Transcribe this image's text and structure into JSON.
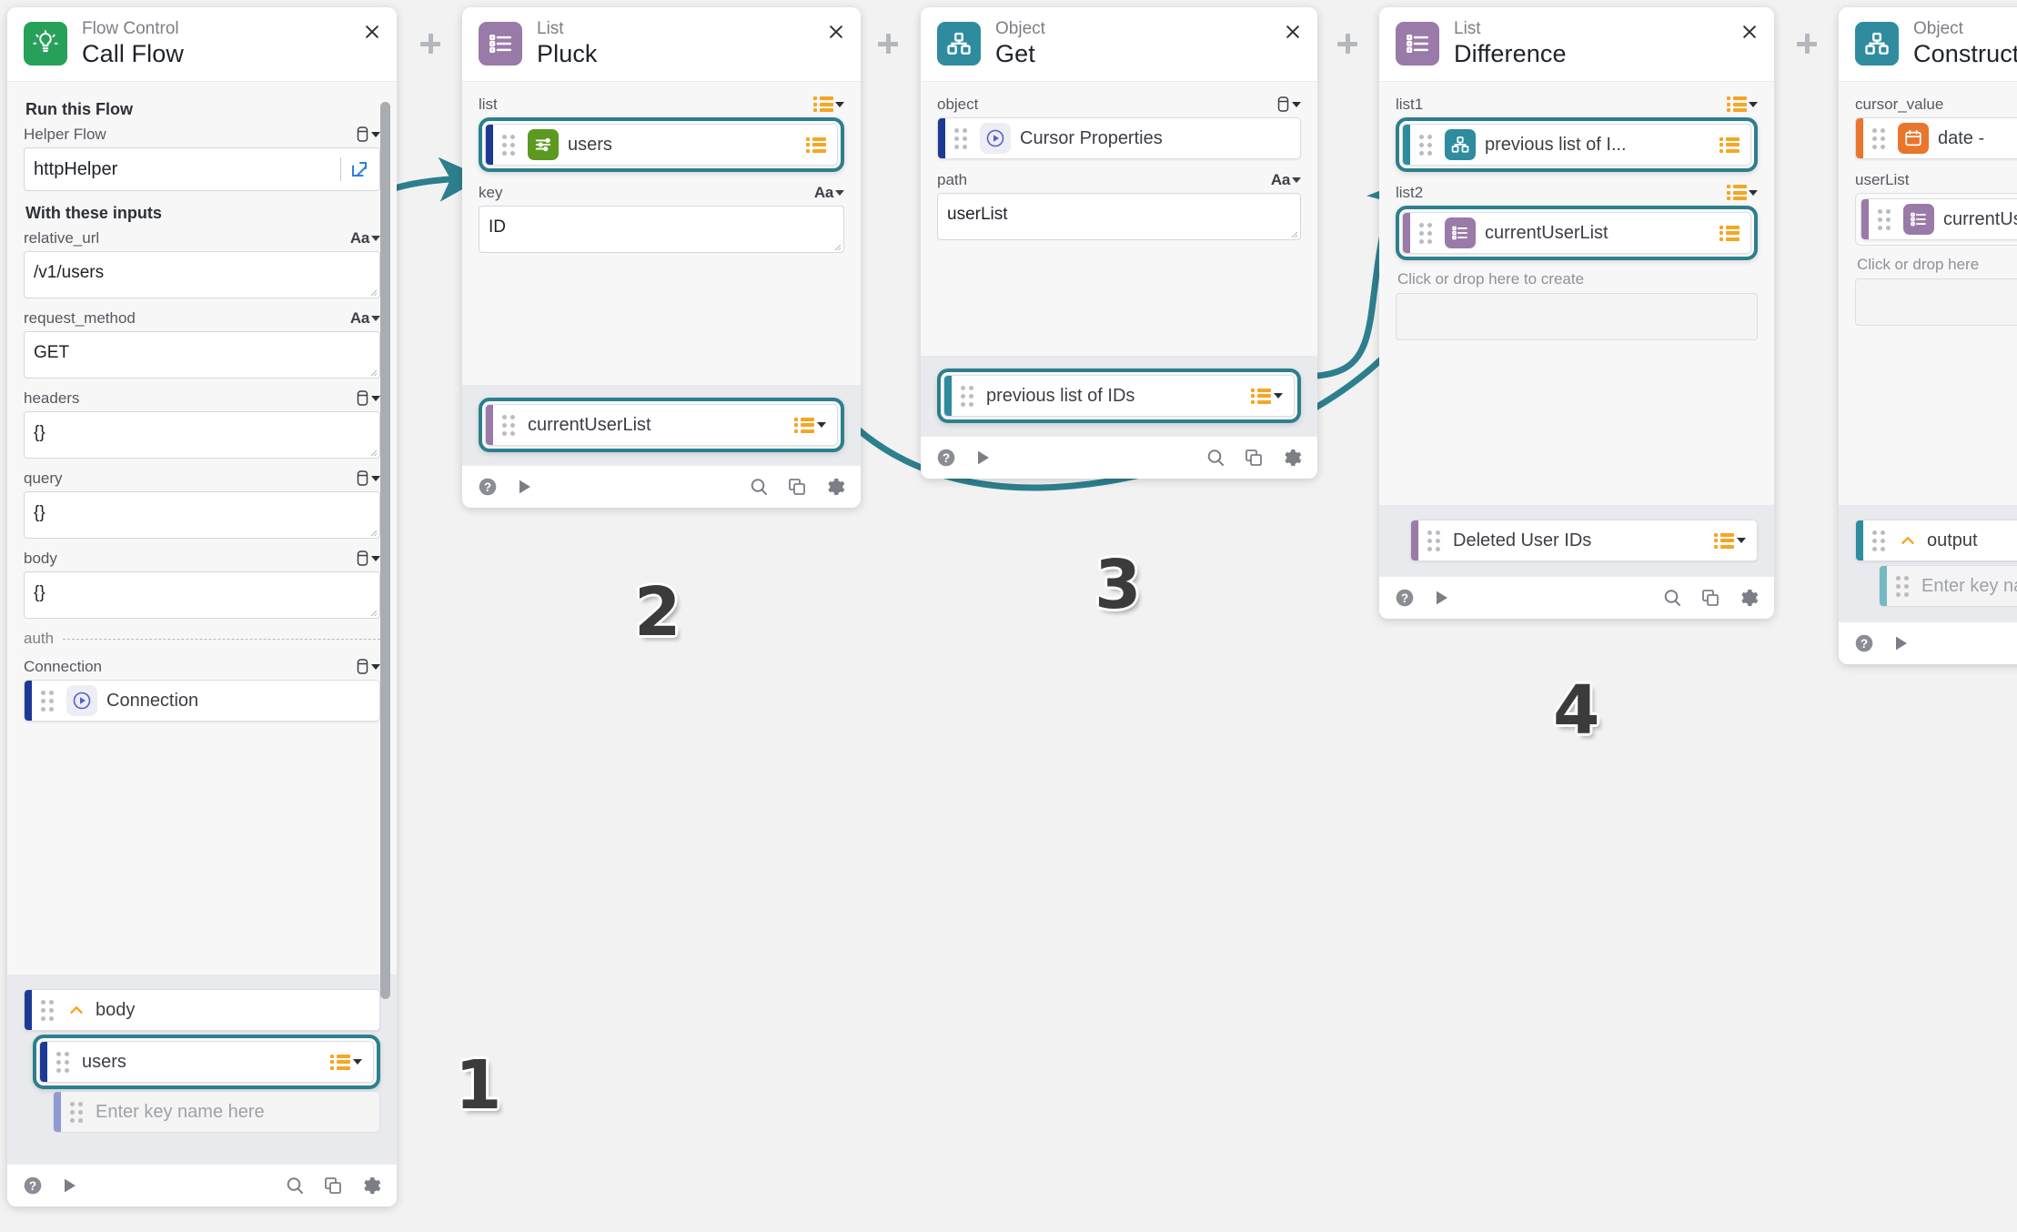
{
  "colors": {
    "flow_control_green": "#27a05a",
    "list_purple": "#9a7aa8",
    "object_teal": "#2e8c9e",
    "date_orange": "#e8762c",
    "connector_blue": "#2d7f8e",
    "accent_orange": "#f5a623",
    "link_blue": "#2a7fe0",
    "selection_halo": "#2d7f8e"
  },
  "cards": [
    {
      "id": "call-flow",
      "kicker": "Flow Control",
      "title": "Call Flow",
      "icon": "lightbulb-icon",
      "close_label": "close-icon",
      "sections": {
        "run_this_flow_label": "Run this Flow",
        "helper_flow_label": "Helper Flow",
        "helper_flow_value": "httpHelper",
        "helper_flow_open_icon": "external-link-icon",
        "with_these_inputs_label": "With these inputs",
        "auth_label": "auth"
      },
      "fields": [
        {
          "label": "relative_url",
          "type_chip": "Aa",
          "value": "/v1/users"
        },
        {
          "label": "request_method",
          "type_chip": "Aa",
          "value": "GET"
        },
        {
          "label": "headers",
          "type_chip": "object",
          "value": "{}"
        },
        {
          "label": "query",
          "type_chip": "object",
          "value": "{}"
        },
        {
          "label": "body",
          "type_chip": "object",
          "value": "{}"
        }
      ],
      "connection": {
        "label": "Connection",
        "type_chip": "object",
        "pill": "Connection",
        "pill_icon": "play-circle-icon"
      },
      "outputs": [
        {
          "label": "body",
          "kind": "group",
          "icon": "chevron-up-icon"
        },
        {
          "label": "users",
          "kind": "list",
          "selected": true
        },
        {
          "label": "Enter key name here",
          "kind": "placeholder"
        }
      ],
      "footer": {
        "help": "help-icon",
        "run": "play-icon",
        "search": "search-icon",
        "copy": "copy-icon",
        "settings": "gear-icon"
      }
    },
    {
      "id": "pluck",
      "kicker": "List",
      "title": "Pluck",
      "icon": "list-icon",
      "fields": [
        {
          "label": "list",
          "type_chip": "list",
          "pill": "users",
          "pill_icon": "sliders-icon",
          "selected": true
        },
        {
          "label": "key",
          "type_chip": "Aa",
          "value": "ID"
        }
      ],
      "outputs": [
        {
          "label": "currentUserList",
          "kind": "list",
          "selected": true
        }
      ],
      "footer": {
        "help": "help-icon",
        "run": "play-icon",
        "search": "search-icon",
        "copy": "copy-icon",
        "settings": "gear-icon"
      }
    },
    {
      "id": "object-get",
      "kicker": "Object",
      "title": "Get",
      "icon": "object-icon",
      "fields": [
        {
          "label": "object",
          "type_chip": "object",
          "pill": "Cursor Properties",
          "pill_icon": "play-circle-icon"
        },
        {
          "label": "path",
          "type_chip": "Aa",
          "value": "userList"
        }
      ],
      "outputs": [
        {
          "label": "previous list of IDs",
          "kind": "list",
          "selected": true
        }
      ],
      "footer": {
        "help": "help-icon",
        "run": "play-icon",
        "search": "search-icon",
        "copy": "copy-icon",
        "settings": "gear-icon"
      }
    },
    {
      "id": "list-difference",
      "kicker": "List",
      "title": "Difference",
      "icon": "list-icon",
      "fields": [
        {
          "label": "list1",
          "type_chip": "list",
          "pill": "previous list of I...",
          "pill_icon": "object-icon",
          "selected": true
        },
        {
          "label": "list2",
          "type_chip": "list",
          "pill": "currentUserList",
          "pill_icon": "list-icon",
          "selected": true
        }
      ],
      "dropzone_label": "Click or drop here to create",
      "outputs": [
        {
          "label": "Deleted User IDs",
          "kind": "list"
        }
      ],
      "footer": {
        "help": "help-icon",
        "run": "play-icon",
        "search": "search-icon",
        "copy": "copy-icon",
        "settings": "gear-icon"
      }
    },
    {
      "id": "object-construct",
      "kicker": "Object",
      "title": "Construct",
      "icon": "object-icon",
      "fields": [
        {
          "label": "cursor_value",
          "pill": "date -",
          "pill_icon": "calendar-icon"
        },
        {
          "label": "userList",
          "pill": "currentUserList",
          "pill_icon": "list-icon"
        }
      ],
      "dropzone_label": "Click or drop here",
      "outputs": [
        {
          "label": "output",
          "kind": "group",
          "icon": "chevron-up-icon"
        },
        {
          "label": "Enter key name here",
          "kind": "placeholder"
        }
      ],
      "footer": {
        "help": "help-icon",
        "run": "play-icon"
      }
    }
  ],
  "step_numbers": [
    "1",
    "2",
    "3",
    "4"
  ],
  "add_buttons": [
    "plus-icon",
    "plus-icon",
    "plus-icon",
    "plus-icon"
  ]
}
